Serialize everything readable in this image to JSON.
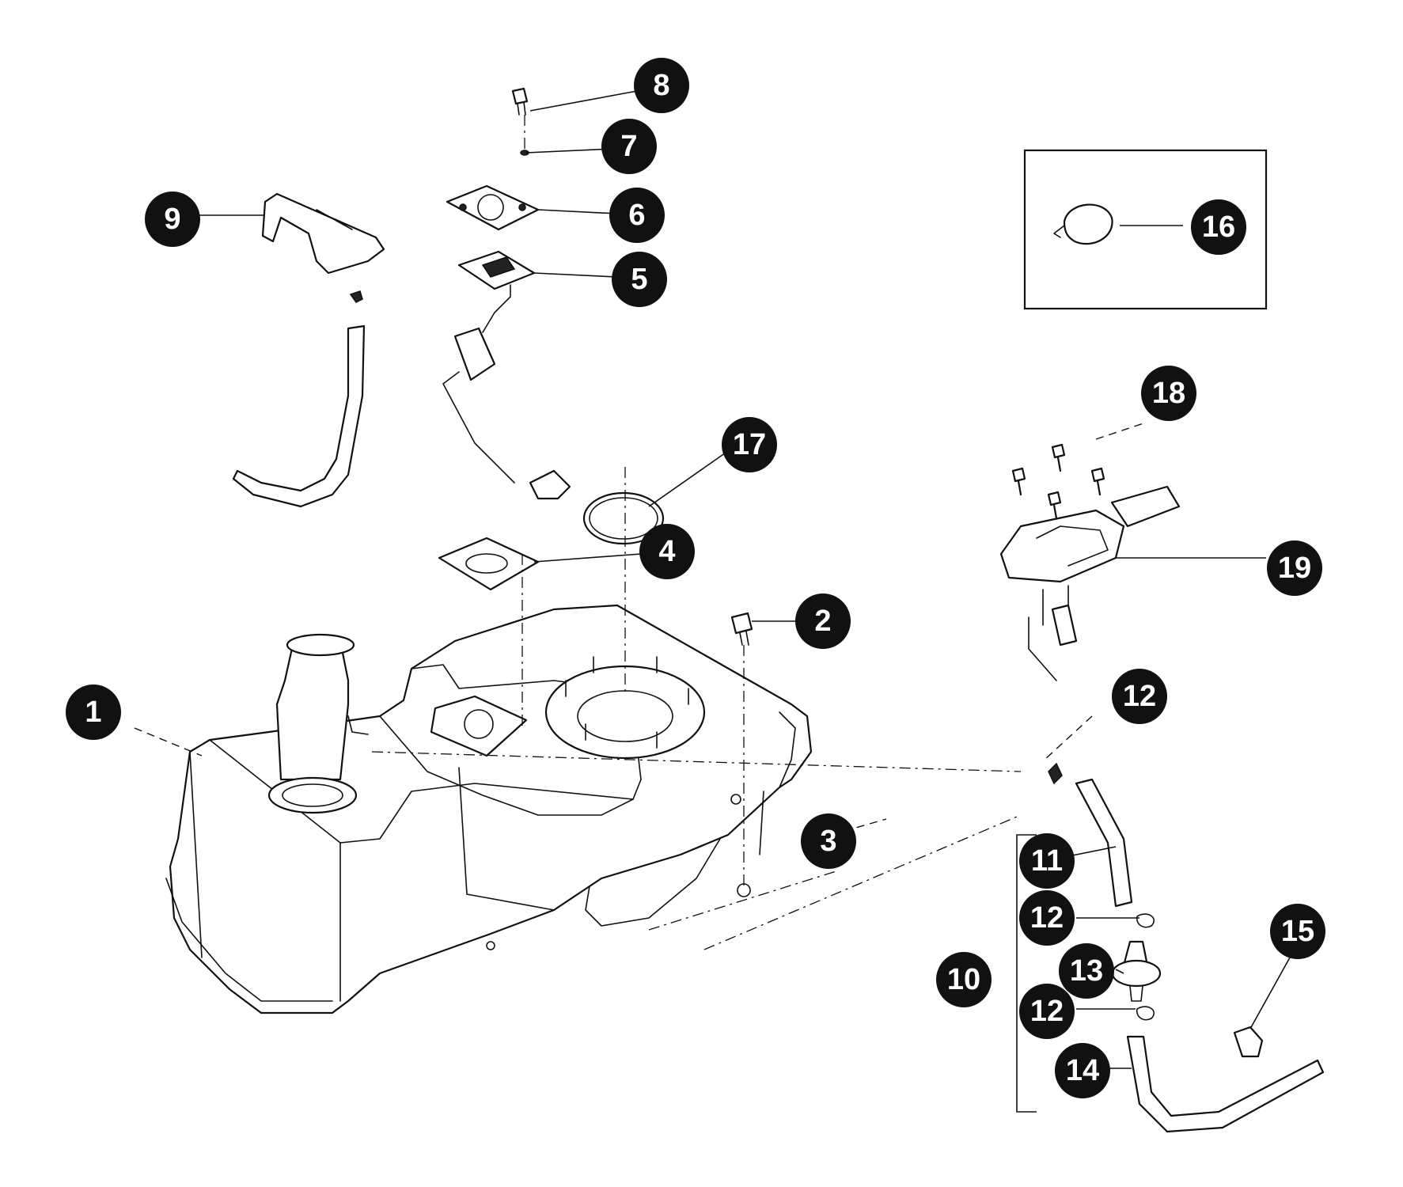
{
  "colors": {
    "line": "#111111",
    "bubble": "#111111",
    "bubble_text": "#ffffff",
    "background": "#ffffff"
  },
  "callouts": {
    "c1": "1",
    "c2": "2",
    "c3": "3",
    "c4": "4",
    "c5": "5",
    "c6": "6",
    "c7": "7",
    "c8": "8",
    "c9": "9",
    "c10": "10",
    "c11": "11",
    "c12a": "12",
    "c12b": "12",
    "c12c": "12",
    "c13": "13",
    "c14": "14",
    "c15": "15",
    "c16": "16",
    "c17": "17",
    "c18": "18",
    "c19": "19"
  }
}
